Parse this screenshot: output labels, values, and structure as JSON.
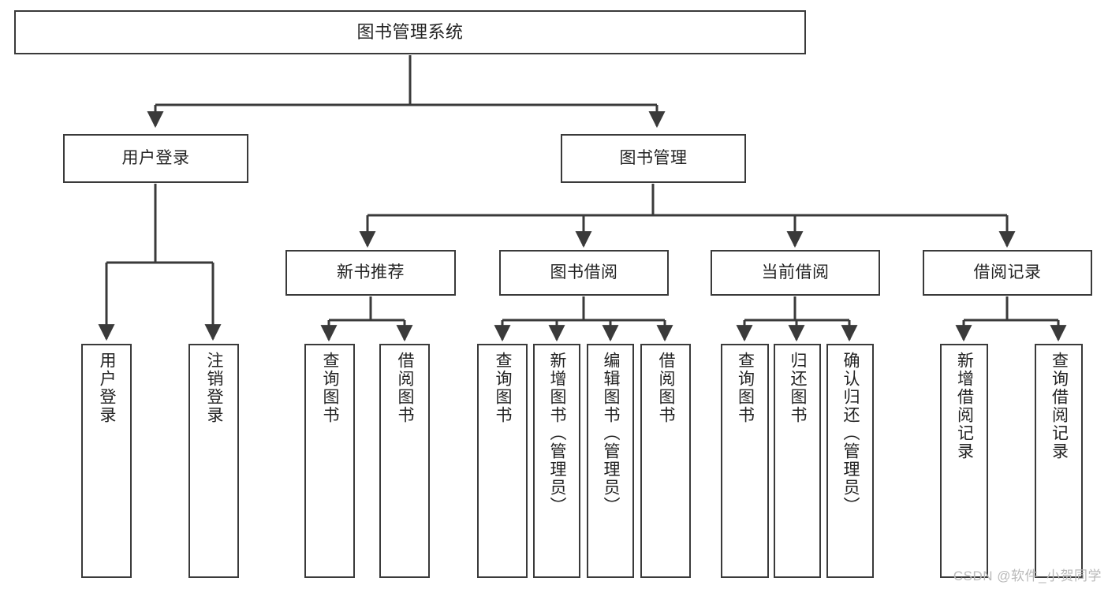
{
  "diagram": {
    "type": "tree-hierarchy",
    "title": "图书管理系统",
    "orientation": "top-down",
    "line_color": "#3a3a3a",
    "box_fill": "#ffffff",
    "text_color": "#232323"
  },
  "nodes": {
    "root": {
      "label": "图书管理系统"
    },
    "level2": [
      {
        "label": "用户登录"
      },
      {
        "label": "图书管理"
      }
    ],
    "level3": [
      {
        "label": "新书推荐"
      },
      {
        "label": "图书借阅"
      },
      {
        "label": "当前借阅"
      },
      {
        "label": "借阅记录"
      }
    ],
    "leaves": {
      "user_login": [
        {
          "label": "用户登录"
        },
        {
          "label": "注销登录"
        }
      ],
      "new_books": [
        {
          "label": "查询图书"
        },
        {
          "label": "借阅图书"
        }
      ],
      "book_borrow": [
        {
          "label": "查询图书"
        },
        {
          "label": "新增图书（管理员）"
        },
        {
          "label": "编辑图书（管理员）"
        },
        {
          "label": "借阅图书"
        }
      ],
      "current_borrow": [
        {
          "label": "查询图书"
        },
        {
          "label": "归还图书"
        },
        {
          "label": "确认归还（管理员）"
        }
      ],
      "borrow_records": [
        {
          "label": "新增借阅记录"
        },
        {
          "label": "查询借阅记录"
        }
      ]
    }
  },
  "watermark": {
    "text": "CSDN @软件_小贺同学"
  }
}
